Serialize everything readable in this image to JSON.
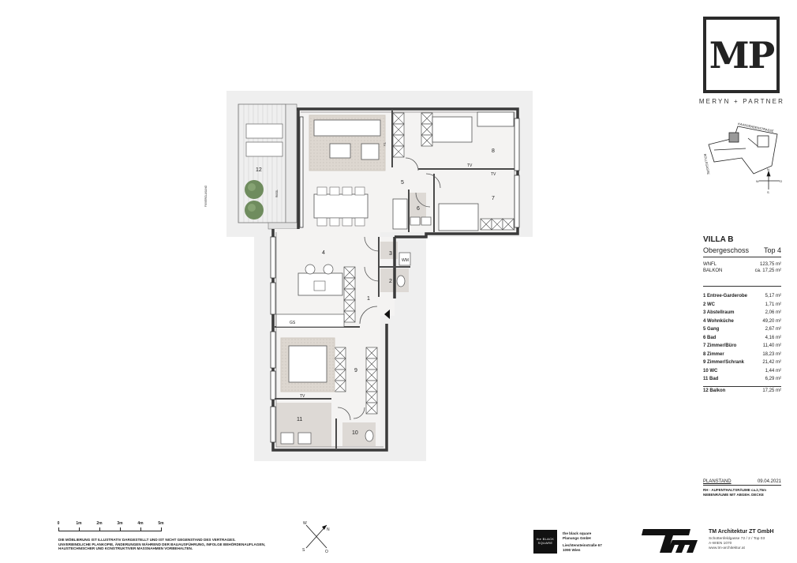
{
  "brand": {
    "logo_mark": "MP",
    "logo_name": "MERYN + PARTNER"
  },
  "site_plan": {
    "street_top": "KAASGRABENSTRASSE",
    "street_left": "BOLLEGASSE",
    "compass": {
      "n": "N",
      "s": "S",
      "w": "W",
      "o": "O"
    }
  },
  "project": {
    "title": "VILLA B",
    "floor": "Obergeschoss",
    "unit": "Top 4",
    "areas": [
      {
        "label": "WNFL",
        "value": "123,75 m²"
      },
      {
        "label": "BALKON",
        "value": "ca. 17,25 m²"
      }
    ],
    "rooms": [
      {
        "label": "1  Entree-Garderobe",
        "value": "5,17 m²"
      },
      {
        "label": "2  WC",
        "value": "1,71 m²"
      },
      {
        "label": "3  Abstellraum",
        "value": "2,06 m²"
      },
      {
        "label": "4  Wohnküche",
        "value": "49,20 m²"
      },
      {
        "label": "5  Gang",
        "value": "2,67 m²"
      },
      {
        "label": "6  Bad",
        "value": "4,16 m²"
      },
      {
        "label": "7  Zimmer/Büro",
        "value": "11,40 m²"
      },
      {
        "label": "8  Zimmer",
        "value": "18,23 m²"
      },
      {
        "label": "9  Zimmer/Schrank",
        "value": "21,42 m²"
      },
      {
        "label": "10 WC",
        "value": "1,44 m²"
      },
      {
        "label": "11 Bad",
        "value": "6,29 m²"
      }
    ],
    "balcony": {
      "label": "12 Balkon",
      "value": "17,25 m²"
    }
  },
  "planstand": {
    "label": "PLANSTAND",
    "date": "09.04.2021",
    "note_1": "RH - AUFENTHALTSRÄUME ca.2,75m",
    "note_2": "NEBENRÄUME MIT ABGEH. DECKE"
  },
  "floorplan": {
    "room_numbers": [
      "1",
      "2",
      "3",
      "4",
      "5",
      "6",
      "7",
      "8",
      "9",
      "10",
      "11",
      "12"
    ],
    "labels": {
      "tv": "TV",
      "wm": "WM",
      "gs": "GS",
      "fixverglasung": "FIXVERGLASUNG",
      "rigol": "RIGOL"
    }
  },
  "scale_bar": {
    "ticks": [
      "0",
      "1m",
      "2m",
      "3m",
      "4m",
      "5m"
    ]
  },
  "north_arrow": {
    "n": "N",
    "s": "S",
    "w": "W",
    "o": "O"
  },
  "disclaimer": {
    "line_1": "DIE MÖBLIERUNG IST ILLUSTRATIV DARGESTELLT UND IST NICHT GEGENSTAND DES VERTRAGES.",
    "line_2": "UNVERBINDLICHE PLANKOPIE, ÄNDERUNGEN WÄHREND DER BAUAUSFÜHRUNG, INFOLGE BEHÖRDENAUFLAGEN,",
    "line_3": "HAUSTECHNISCHER UND KONSTRUKTIVER MASSNAHMEN VORBEHALTEN."
  },
  "partner_1": {
    "logo_line_1": "the BLACK",
    "logo_line_2": "SQUARE",
    "name_1": "the black square",
    "name_2": "Planungs GmbH",
    "address_1": "Liechtensteinstraße 67",
    "address_2": "1090 Wien"
  },
  "partner_2": {
    "logo": "Tm",
    "name": "TM Architektur ZT GmbH",
    "address_1": "Schottenfeldgasse 72 / 2 / Top 03",
    "address_2": "A-WIEN 1070",
    "web": "www.tm-architektur.at"
  }
}
